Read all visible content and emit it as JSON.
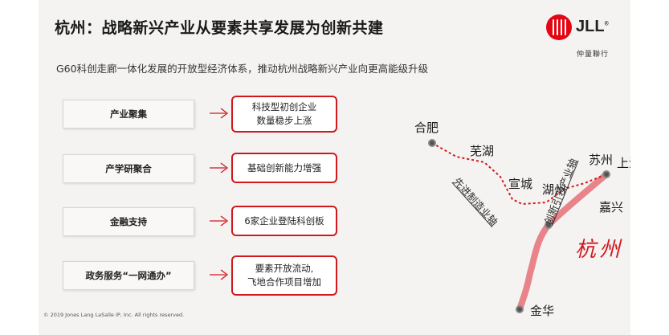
{
  "header": {
    "title": "杭州：战略新兴产业从要素共享发展为创新共建",
    "subtitle": "G60科创走廊一体化发展的开放型经济体系，推动杭州战略新兴产业向更高能级升级"
  },
  "logo": {
    "text": "JLL",
    "reg": "®",
    "sub": "仲量聯行"
  },
  "rows": [
    {
      "label": "产业聚集",
      "result": [
        "科技型初创企业",
        "数量稳步上涨"
      ]
    },
    {
      "label": "产学研聚合",
      "result": [
        "基础创新能力增强"
      ]
    },
    {
      "label": "金融支持",
      "result": [
        "6家企业登陆科创板"
      ]
    },
    {
      "label": "政务服务“一网通办”",
      "result": [
        "要素开放流动,",
        "飞地合作项目增加"
      ]
    }
  ],
  "map": {
    "cities": {
      "hefei": "合肥",
      "wuhu": "芜湖",
      "xuancheng": "宣城",
      "huzhou": "湖州",
      "suzhou": "苏州",
      "shanghai": "上海",
      "jiaxing": "嘉兴",
      "jinhua": "金华"
    },
    "hangzhou_label": "杭州",
    "axis_mfg": "先进制造业轴",
    "axis_innov": "创新引领产业轴",
    "colors": {
      "route_red": "#d0181d",
      "innov_axis": "#e8838a",
      "node": "#555555"
    }
  },
  "footer": "© 2019 Jones Lang LaSalle IP, Inc. All rights reserved."
}
